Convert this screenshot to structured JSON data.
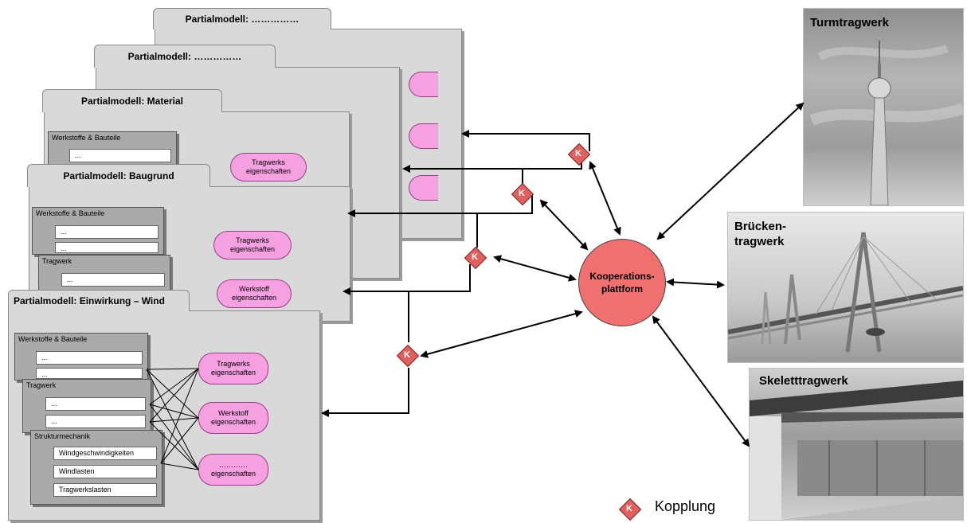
{
  "models": {
    "m1": {
      "title": "Partialmodell: ……………"
    },
    "m2": {
      "title": "Partialmodell: ……………"
    },
    "material": {
      "title": "Partialmodell: Material",
      "group_title": "Werkstoffe & Bauteile",
      "field": "...",
      "pill": "Tragwerks\neigenschaften"
    },
    "baugrund": {
      "title": "Partialmodell: Baugrund",
      "group1_title": "Werkstoffe & Bauteile",
      "field1": "...",
      "field2": "...",
      "group2_title": "Tragwerk",
      "field3": "...",
      "pill1": "Tragwerks\neigenschaften",
      "pill2": "Werkstoff\neigenschaften"
    },
    "wind": {
      "title": "Partialmodell: Einwirkung – Wind",
      "group1_title": "Werkstoffe & Bauteile",
      "field1": "...",
      "field2": "...",
      "group2_title": "Tragwerk",
      "field3": "...",
      "field4": "...",
      "group3_title": "Strukturmechanik",
      "field5": "Windgeschwindigkeiten",
      "field6": "Windlasten",
      "field7": "Tragwerkslasten",
      "pill1": "Tragwerks\neigenschaften",
      "pill2": "Werkstoff\neigenschaften",
      "pill3": "…………\neigenschaften"
    }
  },
  "platform": {
    "label": "Kooperations-\nplattform"
  },
  "coupling": {
    "marker": "K"
  },
  "photos": {
    "tower": {
      "title": "Turmtragwerk"
    },
    "bridge": {
      "title": "Brücken-\ntragwerk"
    },
    "skeleton": {
      "title": "Skeletttragwerk"
    }
  },
  "legend": {
    "marker": "K",
    "label": "Kopplung"
  },
  "colors": {
    "card": "#d9d9d9",
    "group": "#aaaaaa",
    "pill": "#f5a0e0",
    "platform": "#f07070",
    "coupling": "#e06060"
  }
}
